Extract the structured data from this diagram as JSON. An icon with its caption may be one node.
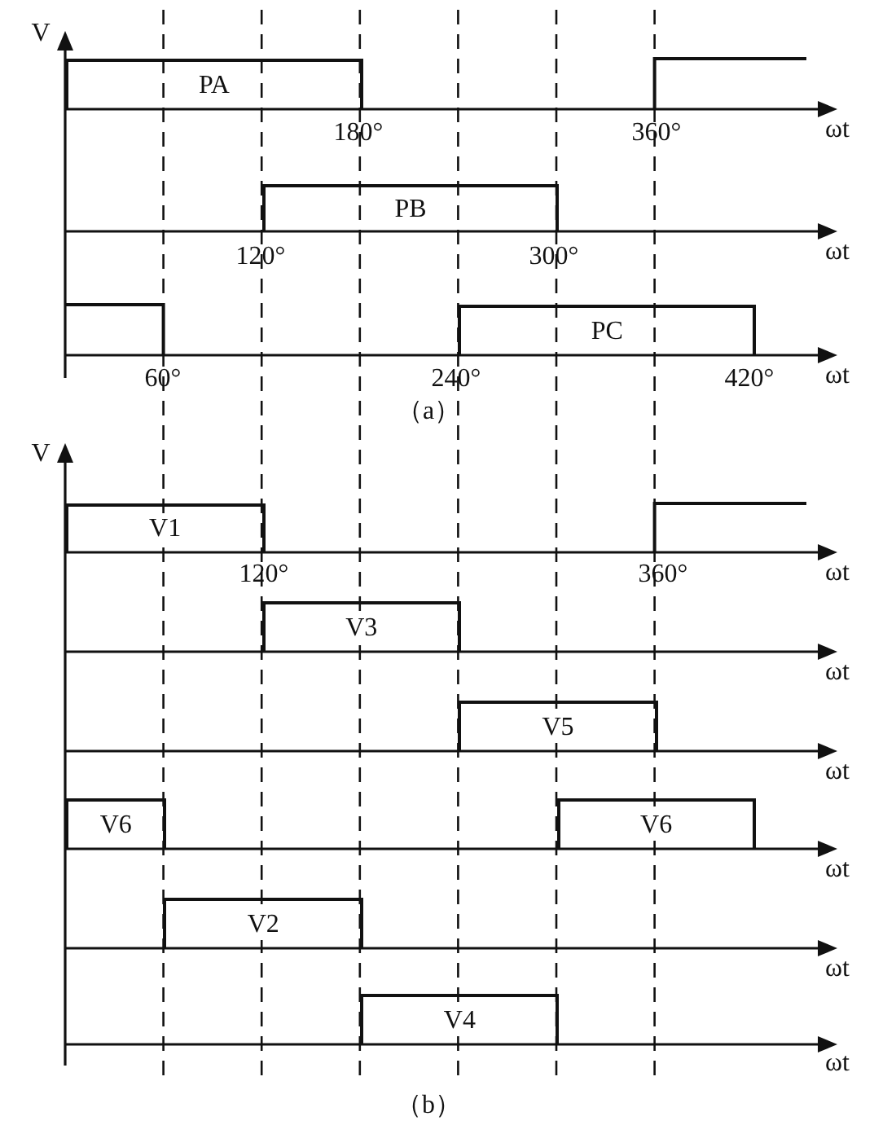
{
  "diagram": {
    "nodes": [
      {
        "text": [
          "PA"
        ]
      },
      {
        "text": [
          "PB"
        ]
      },
      {
        "text": [
          "PC"
        ]
      },
      {
        "text": [
          "V1"
        ]
      },
      {
        "text": [
          "V3"
        ]
      },
      {
        "text": [
          "V5"
        ]
      },
      {
        "text": [
          "V6"
        ]
      },
      {
        "text": [
          "V6"
        ]
      },
      {
        "text": [
          "V2"
        ]
      },
      {
        "text": [
          "V4"
        ]
      }
    ],
    "labels": [
      "V",
      "180°",
      "360°",
      "ωt",
      "120°",
      "300°",
      "ωt",
      "60°",
      "240°",
      "420°",
      "ωt",
      "（a）",
      "V",
      "120°",
      "360°",
      "ωt",
      "ωt",
      "ωt",
      "ωt",
      "ωt",
      "ωt",
      "（b）"
    ]
  }
}
